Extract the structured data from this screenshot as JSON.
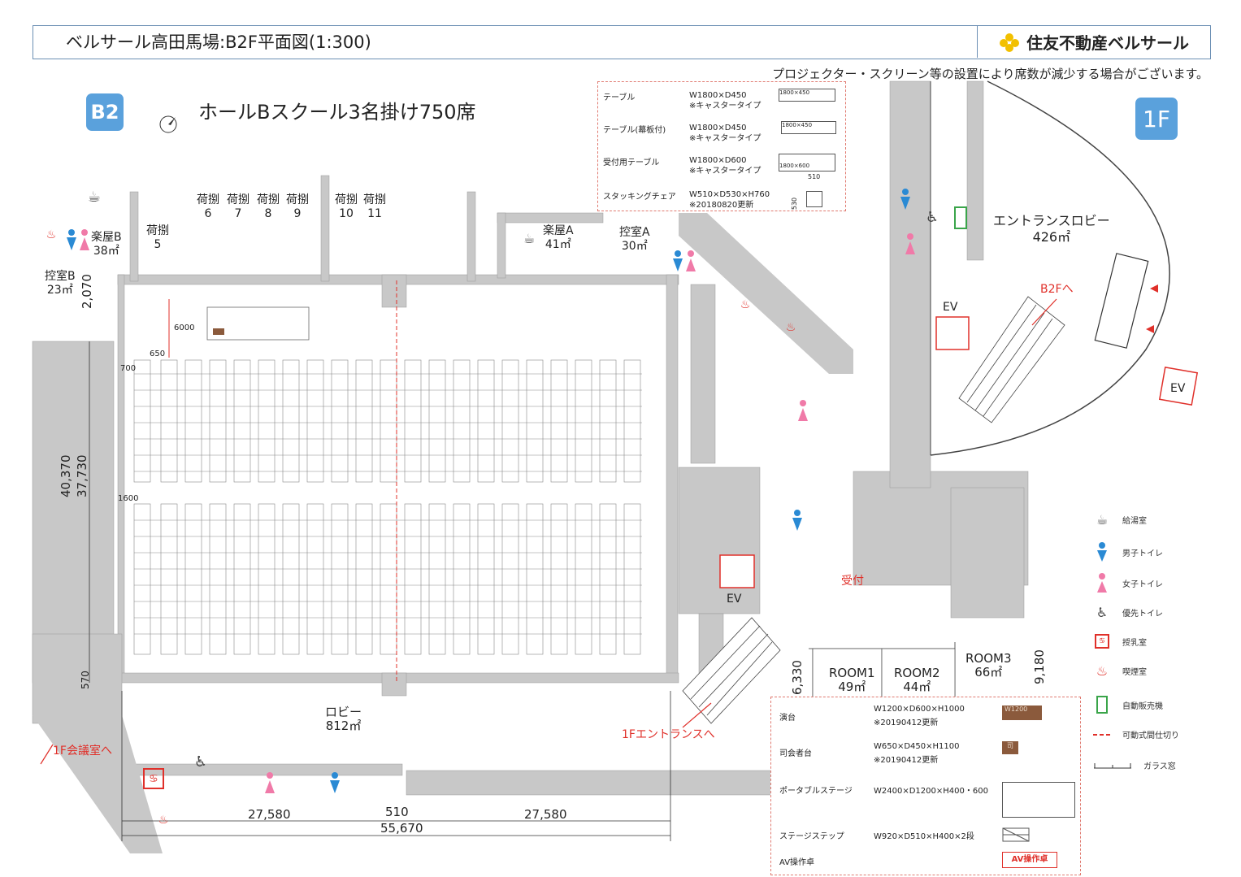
{
  "header": {
    "title": "ベルサール高田馬場:B2F平面図(1:300)",
    "brand": "住友不動産ベルサール",
    "brand_color": "#f2c000",
    "border_color": "#6b8fb4"
  },
  "notice": "プロジェクター・スクリーン等の設置により席数が減少する場合がございます。",
  "floor_badges": {
    "b2": "B2",
    "f1": "1F",
    "color": "#5aa1dc"
  },
  "layout_title": "ホールBスクール3名掛け750席",
  "colors": {
    "wall": "#c8c8c8",
    "accent_red": "#e0302a",
    "male": "#2a8ad4",
    "female": "#f07aa8",
    "vending": "#3aa54a"
  },
  "rooms": {
    "gakuya_b": {
      "name": "楽屋B",
      "area": "38㎡"
    },
    "hikae_b": {
      "name": "控室B",
      "area": "23㎡"
    },
    "nihodoki_5": {
      "name": "荷捌",
      "num": "5"
    },
    "nihodoki_6": {
      "name": "荷捌",
      "num": "6"
    },
    "nihodoki_7": {
      "name": "荷捌",
      "num": "7"
    },
    "nihodoki_8": {
      "name": "荷捌",
      "num": "8"
    },
    "nihodoki_9": {
      "name": "荷捌",
      "num": "9"
    },
    "nihodoki_10": {
      "name": "荷捌",
      "num": "10"
    },
    "nihodoki_11": {
      "name": "荷捌",
      "num": "11"
    },
    "gakuya_a": {
      "name": "楽屋A",
      "area": "41㎡"
    },
    "hikae_a": {
      "name": "控室A",
      "area": "30㎡"
    },
    "lobby": {
      "name": "ロビー",
      "area": "812㎡"
    },
    "entrance_lobby": {
      "name": "エントランスロビー",
      "area": "426㎡"
    },
    "room1": {
      "name": "ROOM1",
      "area": "49㎡"
    },
    "room2": {
      "name": "ROOM2",
      "area": "44㎡"
    },
    "room3": {
      "name": "ROOM3",
      "area": "66㎡"
    }
  },
  "labels": {
    "ev_1": "EV",
    "ev_2": "EV",
    "ev_3": "EV",
    "to_b2f": "B2Fへ",
    "reception": "受付",
    "to_1f_entrance": "1Fエントランスへ",
    "to_1f_meeting": "1F会議室へ"
  },
  "dimensions": {
    "d_40370": "40,370",
    "d_37730": "37,730",
    "d_2070": "2,070",
    "d_570": "570",
    "d_6000": "6000",
    "d_650": "650",
    "d_700": "700",
    "d_1600": "1600",
    "d_27580_left": "27,580",
    "d_510": "510",
    "d_27580_right": "27,580",
    "d_55670": "55,670",
    "d_6330": "6,330",
    "d_9180": "9,180"
  },
  "furniture_top": [
    {
      "name": "テーブル",
      "spec": "W1800×D450",
      "note": "※キャスタータイプ",
      "tag": "1800×450"
    },
    {
      "name": "テーブル(幕板付)",
      "spec": "W1800×D450",
      "note": "※キャスタータイプ",
      "tag": "1800×450"
    },
    {
      "name": "受付用テーブル",
      "spec": "W1800×D600",
      "note": "※キャスタータイプ",
      "tag": "1800×600"
    },
    {
      "name": "スタッキングチェア",
      "spec": "W510×D530×H760",
      "note": "※20180820更新",
      "tag": "510",
      "tag2": "530"
    }
  ],
  "furniture_bottom": [
    {
      "name": "演台",
      "spec": "W1200×D600×H1000",
      "note": "※20190412更新",
      "tag": "W1200"
    },
    {
      "name": "司会者台",
      "spec": "W650×D450×H1100",
      "note": "※20190412更新",
      "tag": "司"
    },
    {
      "name": "ポータブルステージ",
      "spec": "W2400×D1200×H400・600",
      "note": "",
      "tag": ""
    },
    {
      "name": "ステージステップ",
      "spec": "W920×D510×H400×2段",
      "note": "",
      "tag": ""
    },
    {
      "name": "AV操作卓",
      "spec": "",
      "note": "",
      "tag": "AV操作卓"
    }
  ],
  "legend": [
    {
      "label": "給湯室",
      "icon": "kettle-icon"
    },
    {
      "label": "男子トイレ",
      "icon": "male-toilet-icon"
    },
    {
      "label": "女子トイレ",
      "icon": "female-toilet-icon"
    },
    {
      "label": "優先トイレ",
      "icon": "wheelchair-icon"
    },
    {
      "label": "授乳室",
      "icon": "nursing-room-icon"
    },
    {
      "label": "喫煙室",
      "icon": "smoking-room-icon"
    },
    {
      "label": "自動販売機",
      "icon": "vending-machine-icon"
    },
    {
      "label": "可動式間仕切り",
      "icon": "movable-partition-icon"
    },
    {
      "label": "ガラス窓",
      "icon": "glass-window-icon"
    }
  ]
}
